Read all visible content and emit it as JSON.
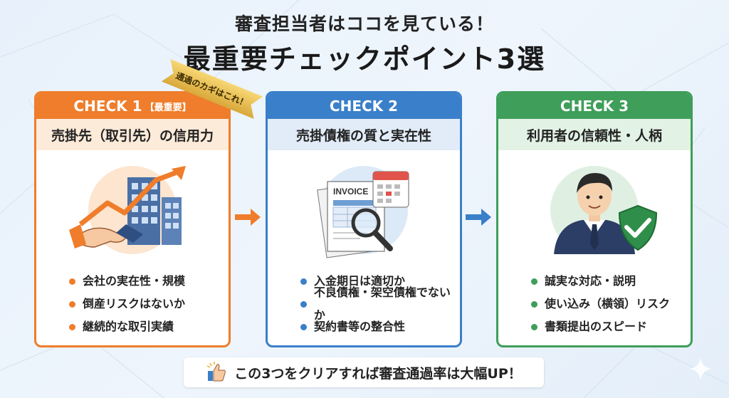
{
  "title_line1": "審査担当者はココを見ている！",
  "title_line2": "最重要チェックポイント3選",
  "ribbon": "通過のカギはこれ！",
  "cards": [
    {
      "check": "CHECK 1",
      "tag": "【最重要】",
      "subtitle": "売掛先（取引先）の信用力",
      "bullets": [
        "会社の実在性・規模",
        "倒産リスクはないか",
        "継続的な取引実績"
      ],
      "color": "#ef7d2b",
      "icon": "handshake-building-growth-icon"
    },
    {
      "check": "CHECK 2",
      "subtitle": "売掛債権の質と実在性",
      "bullets": [
        "入金期日は適切か",
        "不良債権・架空債権でないか",
        "契約書等の整合性"
      ],
      "color": "#3a7fc9",
      "icon": "invoice-calendar-magnifier-icon",
      "invoice_label": "INVOICE"
    },
    {
      "check": "CHECK 3",
      "subtitle": "利用者の信頼性・人柄",
      "bullets": [
        "誠実な対応・説明",
        "使い込み（横領）リスク",
        "書類提出のスピード"
      ],
      "color": "#3e9e5a",
      "icon": "businessman-shield-check-icon"
    }
  ],
  "footer": "この3つをクリアすれば審査通過率は大幅UP！"
}
